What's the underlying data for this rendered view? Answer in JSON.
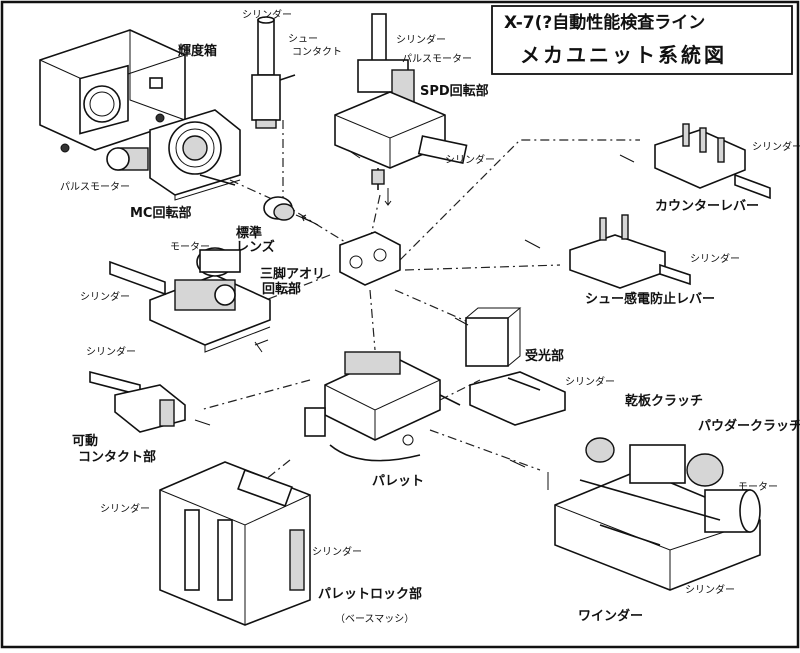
{
  "title": {
    "line1": "X-7(?自動性能検査ライン",
    "line2": "メカユニット系統図"
  },
  "labels": {
    "kiryo_bako": "輝度箱",
    "shoe_contact": "シュー\nコンタクト",
    "spd_kaiten": "SPD回転部",
    "pulse_motor_top": "パルスモーター",
    "cylinder_tl": "シリンダー",
    "cylinder_top": "シリンダー",
    "pulse_motor_left": "パルスモーター",
    "mc_kaiten": "MC回転部",
    "hyojun_lens": "標準\nレンズ",
    "motor_left": "モーター",
    "sanmai_kaiten": "三脚アオリ\n回転部",
    "cylinder_left": "シリンダー",
    "cylinder_kado": "シリンダー",
    "kado_contact": "可動\nコンタクト部",
    "counter_lever": "カウンターレバー",
    "cylinder_counter": "シリンダー",
    "shoe_lever": "シュー感電防止レバー",
    "cylinder_shoe": "シリンダー",
    "juko_bu": "受光部",
    "cylinder_juko": "シリンダー",
    "pallet": "パレット",
    "kanpan_clutch": "乾板クラッチ",
    "powder_clutch": "パウダークラッチ",
    "motor_right": "モーター",
    "cylinder_winder": "シリンダー",
    "winder": "ワインダー",
    "cylinder_pl1": "シリンダー",
    "cylinder_pl2": "シリンダー",
    "pallet_lock": "パレットロック部",
    "base_mass": "（ベースマッシ）"
  }
}
